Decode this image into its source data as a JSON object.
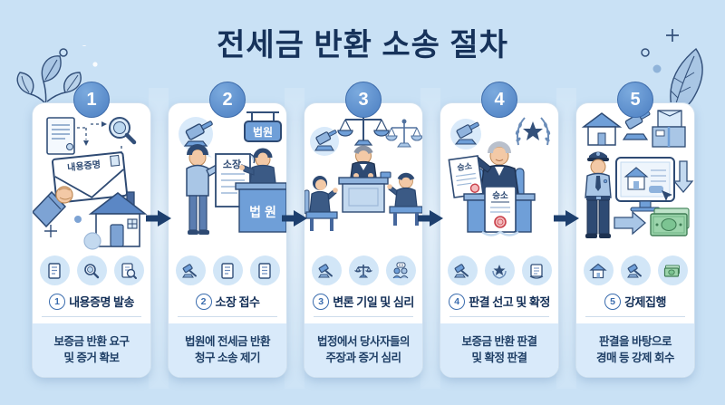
{
  "title": "전세금 반환 소송 절차",
  "colors": {
    "background": "#c9e1f5",
    "card": "#ffffff",
    "card_footer": "#d9eafa",
    "number_circle": "#5a8ecf",
    "navy_text": "#16325a",
    "arrow": "#1d3f6e",
    "seal_red": "#c9404a",
    "money_green": "#9bd4ab"
  },
  "steps": [
    {
      "number": "1",
      "title": "내용증명 발송",
      "desc1": "보증금 반환 요구",
      "desc2": "및 증거 확보",
      "labels": {
        "envelope": "내용증명"
      },
      "icons": [
        "document-icon",
        "magnifier-icon",
        "document-magnifier-icon"
      ]
    },
    {
      "number": "2",
      "title": "소장 접수",
      "desc1": "법원에 전세금 반환",
      "desc2": "청구 소송 제기",
      "labels": {
        "sign": "법원",
        "document": "소장",
        "desk": "법 원"
      },
      "icons": [
        "gavel-icon",
        "document-icon",
        "document-icon"
      ]
    },
    {
      "number": "3",
      "title": "변론 기일 및 심리",
      "desc1": "법정에서 당사자들의",
      "desc2": "주장과 증거 심리",
      "labels": {},
      "icons": [
        "gavel-icon",
        "scales-icon",
        "people-chat-icon"
      ]
    },
    {
      "number": "4",
      "title": "판결 선고 및 확정",
      "desc1": "보증금 반환 판결",
      "desc2": "및 확정 판결",
      "labels": {
        "certificate_hand": "승소",
        "certificate_front": "승소"
      },
      "icons": [
        "gavel-icon",
        "laurel-star-icon",
        "scroll-icon"
      ]
    },
    {
      "number": "5",
      "title": "강제집행",
      "desc1": "판결을 바탕으로",
      "desc2": "경매 등 강제 회수",
      "labels": {},
      "icons": [
        "house-icon",
        "gavel-icon",
        "money-icon"
      ]
    }
  ],
  "decorations": [
    "plant-leaves-icon",
    "leaf-icon",
    "plus-sparkle-icon",
    "dot-sparkle-icon"
  ]
}
